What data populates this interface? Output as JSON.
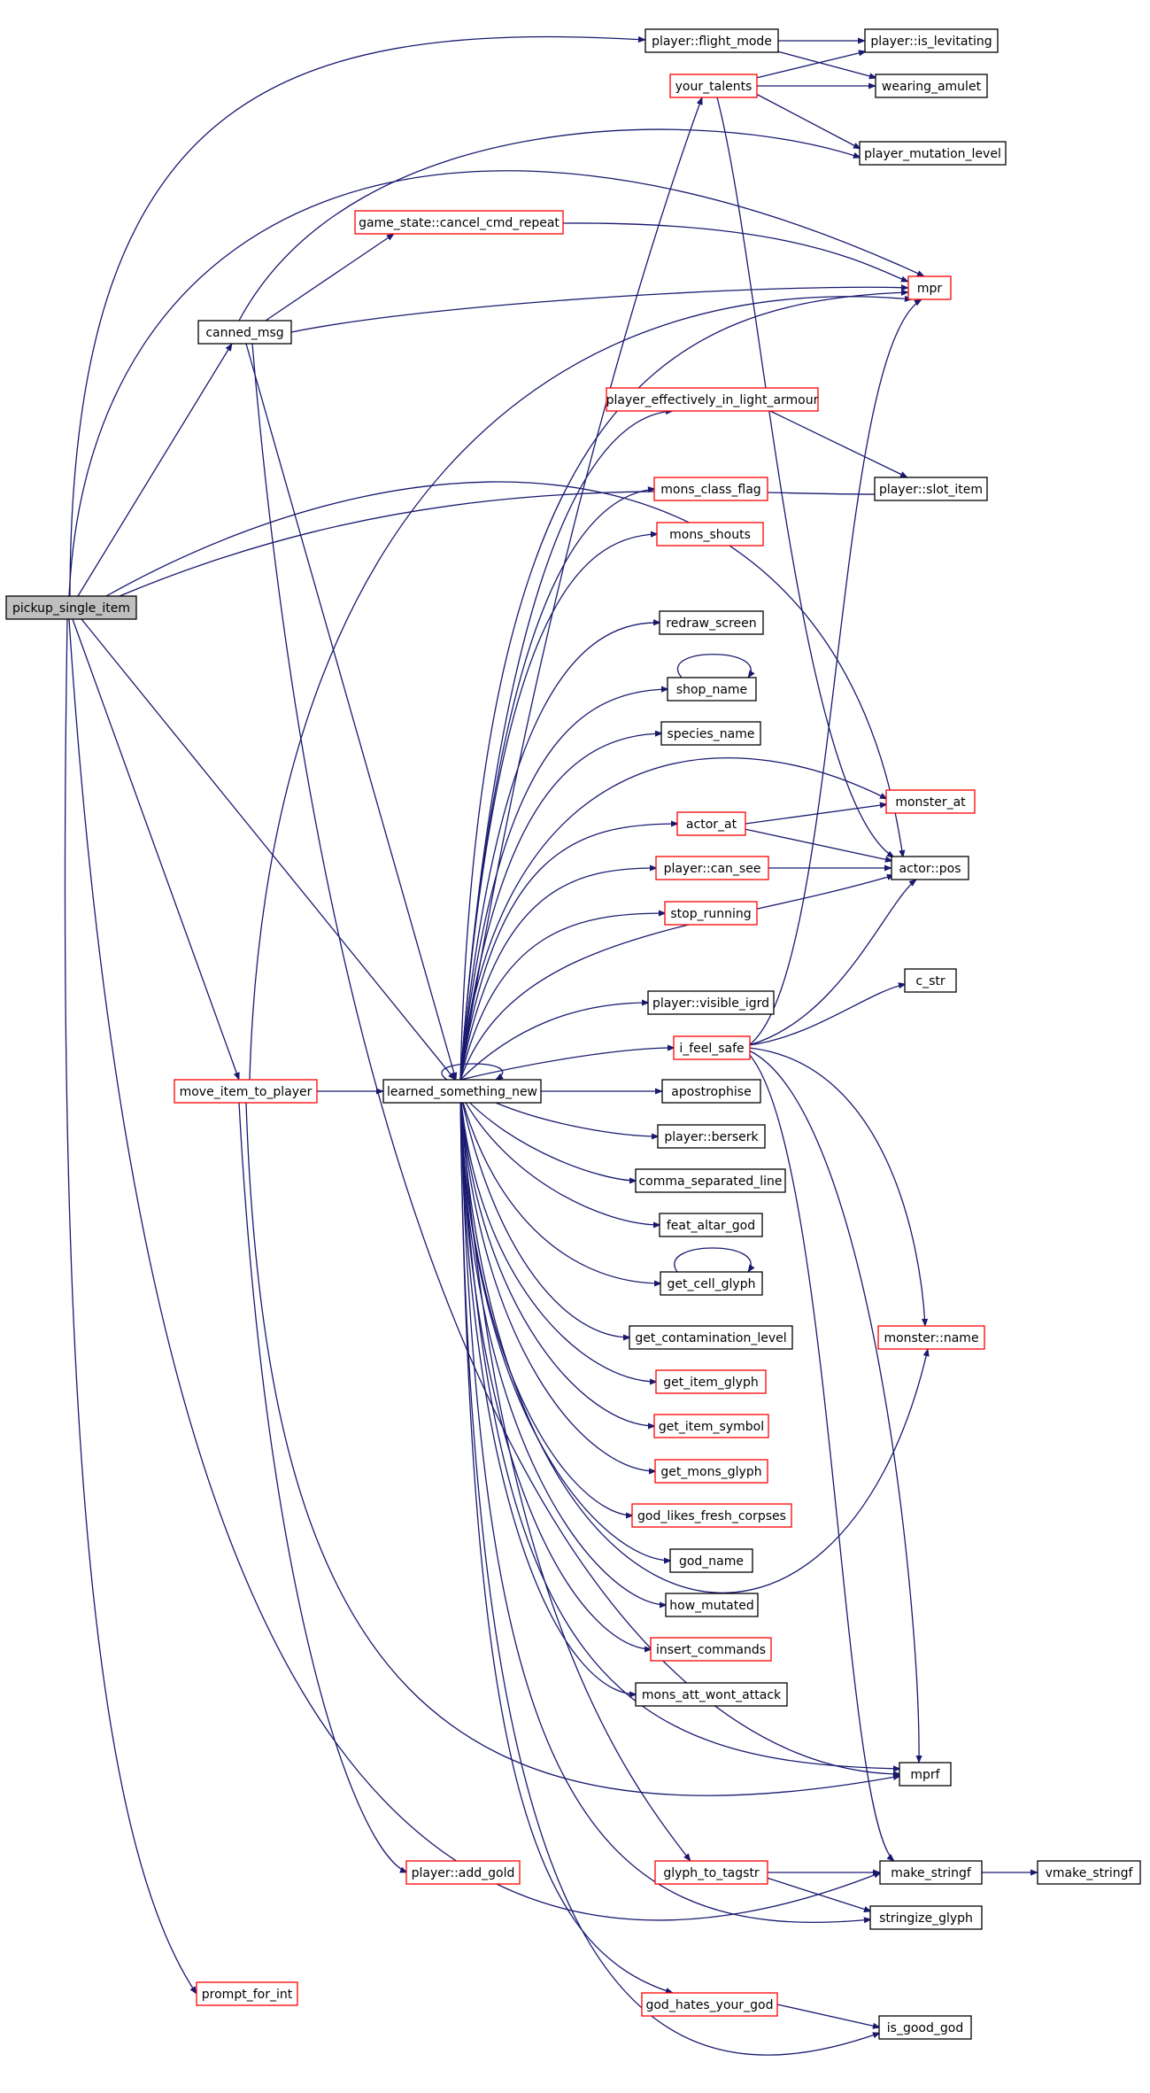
{
  "graph": {
    "edge_color": "#191970",
    "node_border_black": "#000000",
    "node_border_red": "#ff0000",
    "root_fill": "#bfbfbf",
    "nodes": [
      {
        "id": "pickup_single_item",
        "label": "pickup_single_item",
        "style": "gray"
      },
      {
        "id": "flight_mode",
        "label": "player::flight_mode",
        "style": "black"
      },
      {
        "id": "is_levitating",
        "label": "player::is_levitating",
        "style": "black"
      },
      {
        "id": "wearing_amulet",
        "label": "wearing_amulet",
        "style": "black"
      },
      {
        "id": "your_talents",
        "label": "your_talents",
        "style": "red"
      },
      {
        "id": "player_mutation_level",
        "label": "player_mutation_level",
        "style": "black"
      },
      {
        "id": "cancel_cmd_repeat",
        "label": "game_state::cancel_cmd_repeat",
        "style": "red"
      },
      {
        "id": "mpr",
        "label": "mpr",
        "style": "red"
      },
      {
        "id": "canned_msg",
        "label": "canned_msg",
        "style": "black"
      },
      {
        "id": "light_armour",
        "label": "player_effectively_in_light_armour",
        "style": "red"
      },
      {
        "id": "slot_item",
        "label": "player::slot_item",
        "style": "black"
      },
      {
        "id": "mons_class_flag",
        "label": "mons_class_flag",
        "style": "red"
      },
      {
        "id": "mons_shouts",
        "label": "mons_shouts",
        "style": "red"
      },
      {
        "id": "redraw_screen",
        "label": "redraw_screen",
        "style": "black"
      },
      {
        "id": "shop_name",
        "label": "shop_name",
        "style": "black"
      },
      {
        "id": "species_name",
        "label": "species_name",
        "style": "black"
      },
      {
        "id": "monster_at",
        "label": "monster_at",
        "style": "red"
      },
      {
        "id": "actor_at",
        "label": "actor_at",
        "style": "red"
      },
      {
        "id": "can_see",
        "label": "player::can_see",
        "style": "red"
      },
      {
        "id": "actor_pos",
        "label": "actor::pos",
        "style": "black"
      },
      {
        "id": "stop_running",
        "label": "stop_running",
        "style": "red"
      },
      {
        "id": "c_str",
        "label": "c_str",
        "style": "black"
      },
      {
        "id": "visible_igrd",
        "label": "player::visible_igrd",
        "style": "black"
      },
      {
        "id": "i_feel_safe",
        "label": "i_feel_safe",
        "style": "red"
      },
      {
        "id": "move_item_to_player",
        "label": "move_item_to_player",
        "style": "red"
      },
      {
        "id": "learned_something_new",
        "label": "learned_something_new",
        "style": "black"
      },
      {
        "id": "apostrophise",
        "label": "apostrophise",
        "style": "black"
      },
      {
        "id": "berserk",
        "label": "player::berserk",
        "style": "black"
      },
      {
        "id": "comma_separated_line",
        "label": "comma_separated_line",
        "style": "black"
      },
      {
        "id": "feat_altar_god",
        "label": "feat_altar_god",
        "style": "black"
      },
      {
        "id": "get_cell_glyph",
        "label": "get_cell_glyph",
        "style": "black"
      },
      {
        "id": "get_contamination_level",
        "label": "get_contamination_level",
        "style": "black"
      },
      {
        "id": "monster_name",
        "label": "monster::name",
        "style": "red"
      },
      {
        "id": "get_item_glyph",
        "label": "get_item_glyph",
        "style": "red"
      },
      {
        "id": "get_item_symbol",
        "label": "get_item_symbol",
        "style": "red"
      },
      {
        "id": "get_mons_glyph",
        "label": "get_mons_glyph",
        "style": "red"
      },
      {
        "id": "god_likes_fresh_corpses",
        "label": "god_likes_fresh_corpses",
        "style": "red"
      },
      {
        "id": "god_name",
        "label": "god_name",
        "style": "black"
      },
      {
        "id": "how_mutated",
        "label": "how_mutated",
        "style": "black"
      },
      {
        "id": "insert_commands",
        "label": "insert_commands",
        "style": "red"
      },
      {
        "id": "mons_att_wont_attack",
        "label": "mons_att_wont_attack",
        "style": "black"
      },
      {
        "id": "mprf",
        "label": "mprf",
        "style": "black"
      },
      {
        "id": "add_gold",
        "label": "player::add_gold",
        "style": "red"
      },
      {
        "id": "glyph_to_tagstr",
        "label": "glyph_to_tagstr",
        "style": "red"
      },
      {
        "id": "make_stringf",
        "label": "make_stringf",
        "style": "black"
      },
      {
        "id": "vmake_stringf",
        "label": "vmake_stringf",
        "style": "black"
      },
      {
        "id": "stringize_glyph",
        "label": "stringize_glyph",
        "style": "black"
      },
      {
        "id": "prompt_for_int",
        "label": "prompt_for_int",
        "style": "red"
      },
      {
        "id": "god_hates_your_god",
        "label": "god_hates_your_god",
        "style": "red"
      },
      {
        "id": "is_good_god",
        "label": "is_good_god",
        "style": "black"
      }
    ]
  }
}
